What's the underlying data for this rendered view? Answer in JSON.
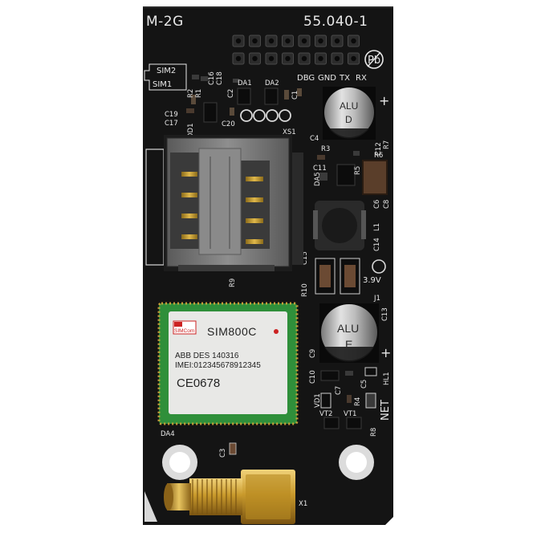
{
  "board": {
    "model": "M-2G",
    "part_number": "55.040-1",
    "colors": {
      "pcb": "#141414",
      "silk": "#e8e8e8",
      "module_green": "#2f8f3a",
      "brass": "#c99a2c",
      "background": "#ffffff"
    }
  },
  "header_labels": {
    "dbg": "DBG",
    "gnd": "GND",
    "tx": "TX",
    "rx": "RX"
  },
  "sim_labels": {
    "sim2": "SIM2",
    "sim1": "SIM1"
  },
  "module": {
    "brand": "SIMCom",
    "model": "SIM800C",
    "line1": "ABB DES 140316",
    "line2": "IMEI:012345678912345",
    "ce_mark": "CE0678"
  },
  "capacitors": {
    "top": {
      "line1": "ALU",
      "line2": "D"
    },
    "bottom": {
      "line1": "ALU",
      "line2": "E"
    }
  },
  "components": {
    "r2": "R2",
    "r1": "R1",
    "c16": "C16",
    "c18": "C18",
    "c2": "C2",
    "c1": "C1",
    "da1": "DA1",
    "da2": "DA2",
    "c19": "C19",
    "c17": "C17",
    "dd1": "DD1",
    "c20": "C20",
    "xs1": "XS1",
    "c4": "C4",
    "r3": "R3",
    "c12": "C12",
    "r7": "R7",
    "r6": "R6",
    "c11": "C11",
    "r5": "R5",
    "da5": "DA5",
    "c6": "C6",
    "c8": "C8",
    "l1": "L1",
    "c14": "C14",
    "c15": "C15",
    "v39": "3.9V",
    "r9": "R9",
    "r10": "R10",
    "j1": "J1",
    "c13": "C13",
    "c9": "C9",
    "c10": "C10",
    "c7": "C7",
    "c5": "C5",
    "hl1": "HL1",
    "vd1": "VD1",
    "r4": "R4",
    "vt2": "VT2",
    "vt1": "VT1",
    "net": "NET",
    "r8": "R8",
    "da4": "DA4",
    "c3": "C3",
    "x1": "X1"
  },
  "icons": {
    "pb_free": "pb-free-icon"
  }
}
